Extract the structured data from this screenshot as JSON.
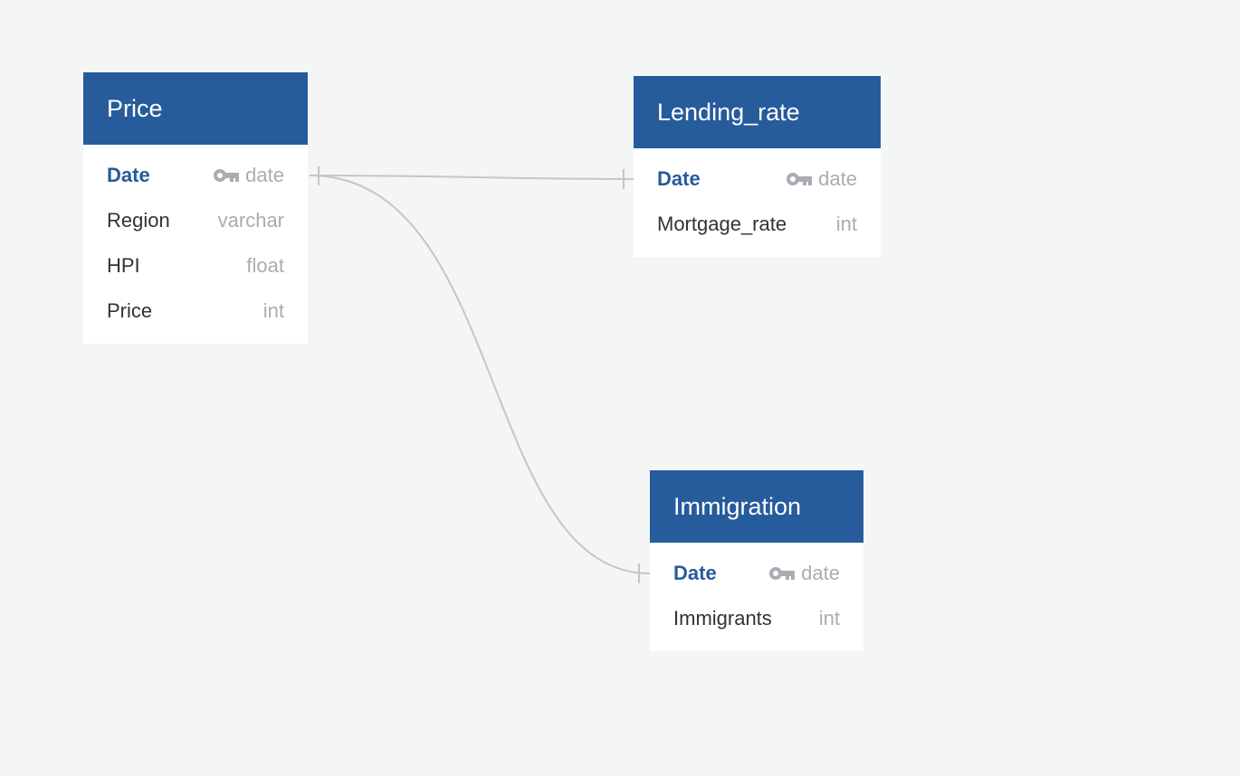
{
  "colors": {
    "background": "#f4f5f5",
    "header": "#265b9c",
    "header_text": "#ffffff",
    "pk_text": "#265b9c",
    "column_text": "#303336",
    "type_text": "#a8adb3",
    "link_line": "#c4c6c8"
  },
  "tables": {
    "price": {
      "title": "Price",
      "columns": [
        {
          "name": "Date",
          "type": "date",
          "primary_key": true,
          "icon": "key-icon"
        },
        {
          "name": "Region",
          "type": "varchar",
          "primary_key": false
        },
        {
          "name": "HPI",
          "type": "float",
          "primary_key": false
        },
        {
          "name": "Price",
          "type": "int",
          "primary_key": false
        }
      ]
    },
    "lending_rate": {
      "title": "Lending_rate",
      "columns": [
        {
          "name": "Date",
          "type": "date",
          "primary_key": true,
          "icon": "key-icon"
        },
        {
          "name": "Mortgage_rate",
          "type": "int",
          "primary_key": false
        }
      ]
    },
    "immigration": {
      "title": "Immigration",
      "columns": [
        {
          "name": "Date",
          "type": "date",
          "primary_key": true,
          "icon": "key-icon"
        },
        {
          "name": "Immigrants",
          "type": "int",
          "primary_key": false
        }
      ]
    }
  },
  "relationships": [
    {
      "from": "Price.Date",
      "to": "Lending_rate.Date",
      "cardinality": "one-to-one"
    },
    {
      "from": "Price.Date",
      "to": "Immigration.Date",
      "cardinality": "one-to-one"
    }
  ]
}
